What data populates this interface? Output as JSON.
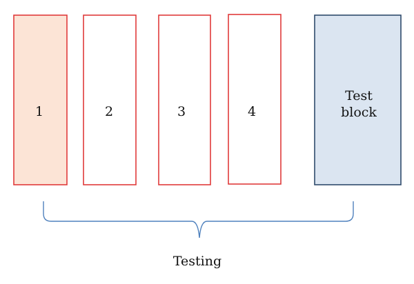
{
  "diagram": {
    "blocks": [
      {
        "label_lines": [
          "1"
        ],
        "fill": "#fce4d6",
        "stroke": "#e03a3a"
      },
      {
        "label_lines": [
          "2"
        ],
        "fill": "#ffffff",
        "stroke": "#e03a3a"
      },
      {
        "label_lines": [
          "3"
        ],
        "fill": "#ffffff",
        "stroke": "#e03a3a"
      },
      {
        "label_lines": [
          "4"
        ],
        "fill": "#ffffff",
        "stroke": "#e03a3a"
      },
      {
        "label_lines": [
          "Test",
          "block"
        ],
        "fill": "#dbe5f1",
        "stroke": "#2e4a6b"
      }
    ],
    "brace_color": "#4f81bd",
    "caption": "Testing"
  }
}
